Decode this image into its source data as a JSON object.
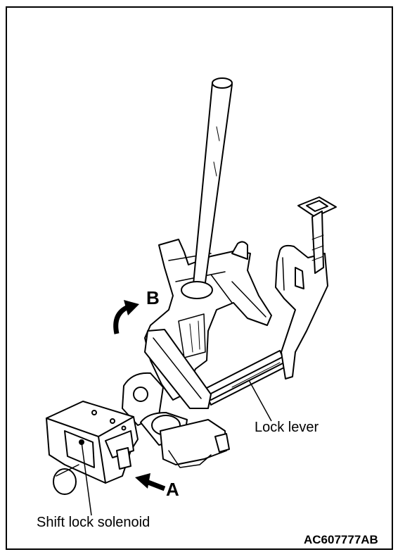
{
  "figure": {
    "figure_id": "AC607777AB",
    "callouts": {
      "a": "A",
      "b": "B",
      "lock_lever": "Lock lever",
      "shift_lock_solenoid": "Shift lock solenoid"
    }
  }
}
